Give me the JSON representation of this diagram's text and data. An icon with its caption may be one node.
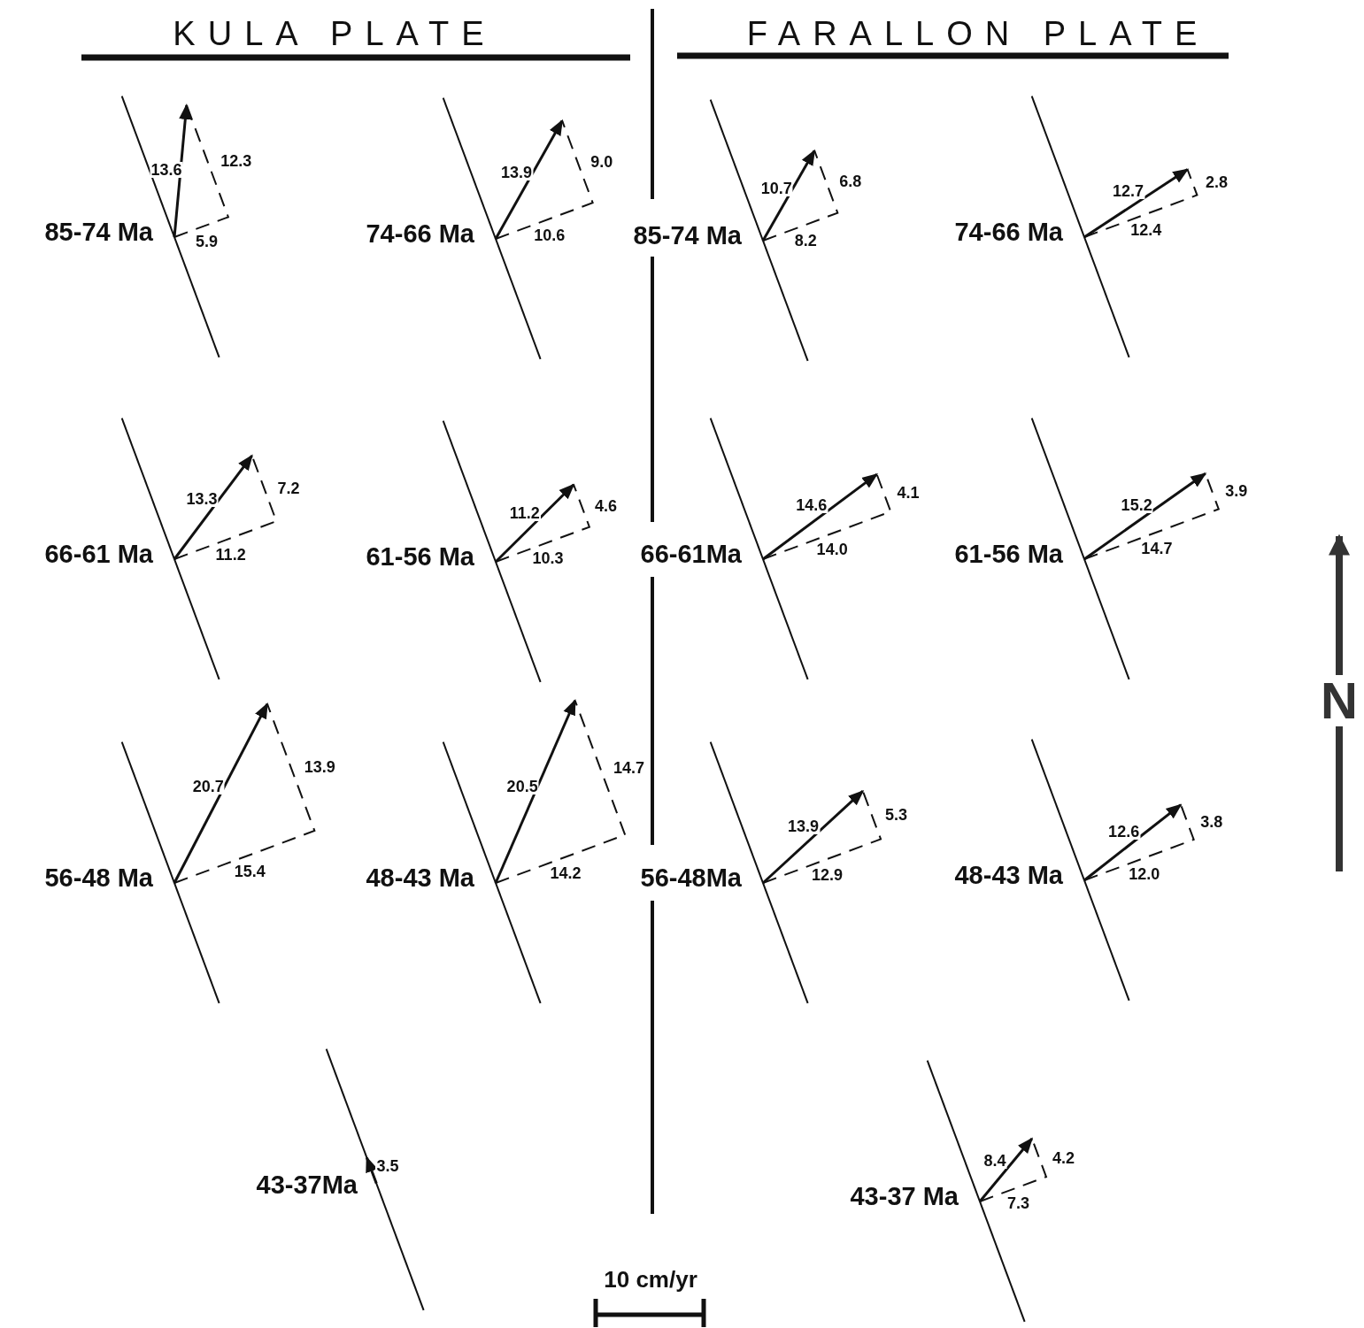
{
  "diagram": {
    "labels": [
      "KULA PLATE",
      "FARALLON PLATE",
      "85-74 Ma",
      "13.6",
      "12.3",
      "5.9",
      "74-66 Ma",
      "13.9",
      "9.0",
      "10.6",
      "85-74 Ma",
      "10.7",
      "6.8",
      "8.2",
      "74-66 Ma",
      "12.7",
      "2.8",
      "12.4",
      "66-61 Ma",
      "13.3",
      "7.2",
      "11.2",
      "61-56 Ma",
      "11.2",
      "4.6",
      "10.3",
      "66-61Ma",
      "14.6",
      "4.1",
      "14.0",
      "61-56 Ma",
      "15.2",
      "3.9",
      "14.7",
      "56-48 Ma",
      "20.7",
      "13.9",
      "15.4",
      "48-43 Ma",
      "20.5",
      "14.7",
      "14.2",
      "56-48Ma",
      "13.9",
      "5.3",
      "12.9",
      "48-43 Ma",
      "12.6",
      "3.8",
      "12.0",
      "43-37Ma",
      "3.5",
      "43-37 Ma",
      "8.4",
      "4.2",
      "7.3",
      "10 cm/yr",
      "N"
    ]
  }
}
